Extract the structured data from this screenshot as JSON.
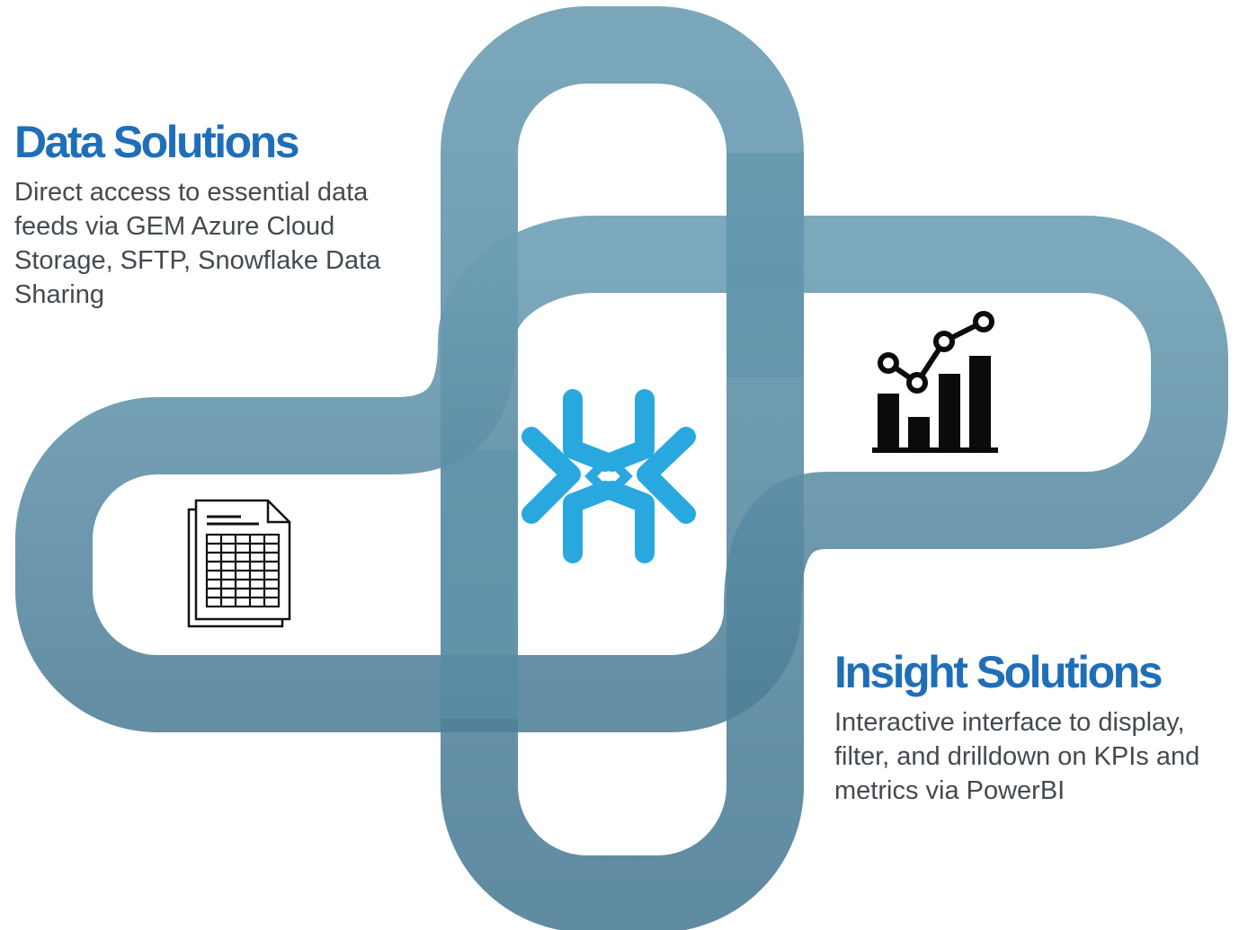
{
  "data_solutions": {
    "title": "Data Solutions",
    "description": "Direct access to essential data feeds via GEM Azure Cloud Storage, SFTP, Snowflake Data Sharing"
  },
  "insight_solutions": {
    "title": "Insight Solutions",
    "description": "Interactive interface to display, filter, and drilldown on KPIs and metrics via PowerBI"
  },
  "icons": {
    "left": "spreadsheet-document-icon",
    "center": "snowflake-logo-icon",
    "right": "chart-analytics-icon"
  },
  "colors": {
    "title": "#1f6fb8",
    "loop": "#5b8ea6",
    "snowflake": "#29a8e0",
    "text": "#444a4f"
  }
}
